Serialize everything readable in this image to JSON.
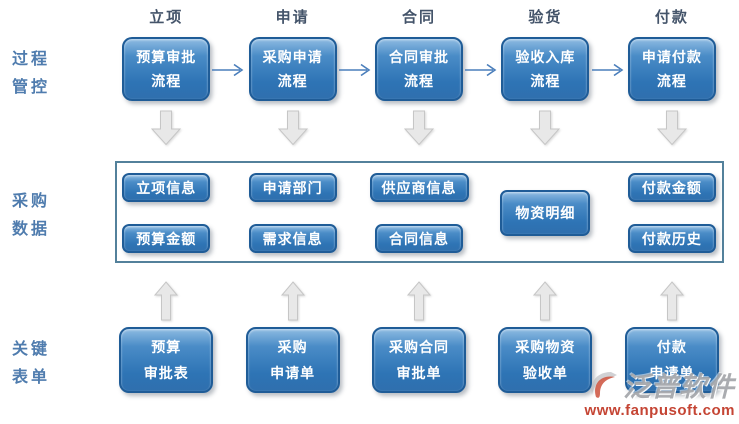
{
  "row_labels": {
    "process": {
      "line1": "过程",
      "line2": "管控"
    },
    "data": {
      "line1": "采购",
      "line2": "数据"
    },
    "forms": {
      "line1": "关键",
      "line2": "表单"
    }
  },
  "columns": [
    {
      "header": "立项",
      "process_line1": "预算审批",
      "process_line2": "流程",
      "data1": "立项信息",
      "data2": "预算金额",
      "form_line1": "预算",
      "form_line2": "审批表"
    },
    {
      "header": "申请",
      "process_line1": "采购申请",
      "process_line2": "流程",
      "data1": "申请部门",
      "data2": "需求信息",
      "form_line1": "采购",
      "form_line2": "申请单"
    },
    {
      "header": "合同",
      "process_line1": "合同审批",
      "process_line2": "流程",
      "data1": "供应商信息",
      "data2": "合同信息",
      "form_line1": "采购合同",
      "form_line2": "审批单"
    },
    {
      "header": "验货",
      "process_line1": "验收入库",
      "process_line2": "流程",
      "data_single": "物资明细",
      "form_line1": "采购物资",
      "form_line2": "验收单"
    },
    {
      "header": "付款",
      "process_line1": "申请付款",
      "process_line2": "流程",
      "data1": "付款金额",
      "data2": "付款历史",
      "form_line1": "付款",
      "form_line2": "申请单"
    }
  ],
  "watermark": {
    "brand": "泛普软件",
    "url": "www.fanpusoft.com"
  },
  "icons": {
    "flow_arrow": "thin-right-arrow",
    "down_arrow": "block-down-arrow",
    "up_arrow": "block-up-arrow",
    "logo": "fanpu-swoosh"
  },
  "colors": {
    "box_gradient_top": "#8ebbe2",
    "box_gradient_bottom": "#2f6fae",
    "box_border": "#1f5c97",
    "container_border": "#53819b",
    "side_label_blue": "#4f7cae",
    "header_slate": "#44546a",
    "arrow_blue": "#4a7ebb",
    "block_arrow_gray": "#e8e8e8",
    "watermark_red": "#c54534"
  }
}
